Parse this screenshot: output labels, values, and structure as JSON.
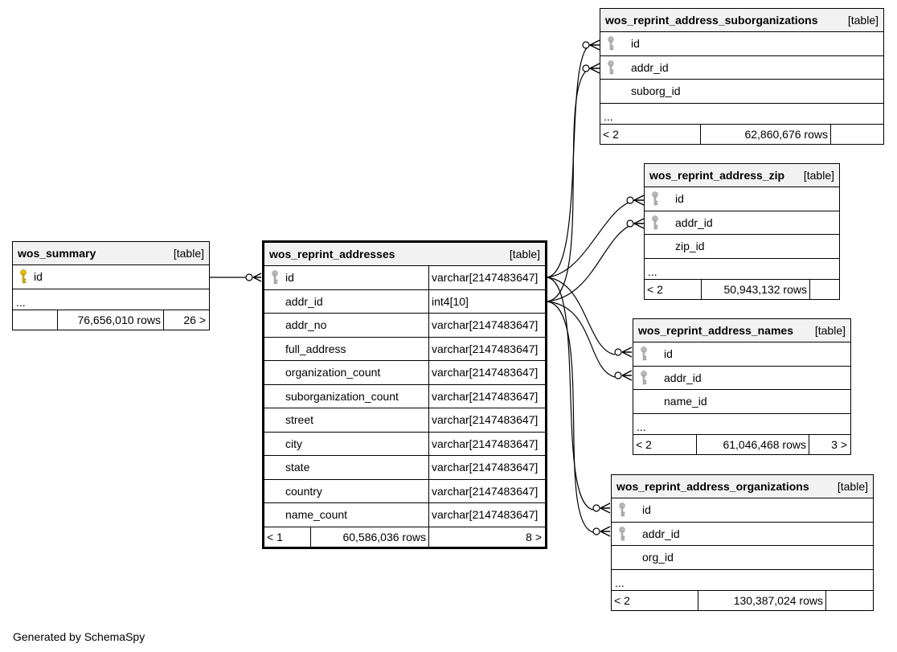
{
  "footer_text": "Generated by SchemaSpy",
  "key_colors": {
    "primary": "#e8c000",
    "foreign": "#b8b8b8"
  },
  "tables": {
    "wos_summary": {
      "name": "wos_summary",
      "kind": "[table]",
      "columns": [
        {
          "name": "id",
          "key": "primary"
        }
      ],
      "more": "...",
      "parents": "",
      "rows": "76,656,010 rows",
      "children": "26 >"
    },
    "wos_reprint_addresses": {
      "name": "wos_reprint_addresses",
      "kind": "[table]",
      "columns": [
        {
          "name": "id",
          "type": "varchar[2147483647]",
          "key": "foreign"
        },
        {
          "name": "addr_id",
          "type": "int4[10]"
        },
        {
          "name": "addr_no",
          "type": "varchar[2147483647]"
        },
        {
          "name": "full_address",
          "type": "varchar[2147483647]"
        },
        {
          "name": "organization_count",
          "type": "varchar[2147483647]"
        },
        {
          "name": "suborganization_count",
          "type": "varchar[2147483647]"
        },
        {
          "name": "street",
          "type": "varchar[2147483647]"
        },
        {
          "name": "city",
          "type": "varchar[2147483647]"
        },
        {
          "name": "state",
          "type": "varchar[2147483647]"
        },
        {
          "name": "country",
          "type": "varchar[2147483647]"
        },
        {
          "name": "name_count",
          "type": "varchar[2147483647]"
        }
      ],
      "parents": "< 1",
      "rows": "60,586,036 rows",
      "children": "8 >"
    },
    "wos_reprint_address_suborganizations": {
      "name": "wos_reprint_address_suborganizations",
      "kind": "[table]",
      "columns": [
        {
          "name": "id",
          "key": "foreign"
        },
        {
          "name": "addr_id",
          "key": "foreign"
        },
        {
          "name": "suborg_id"
        }
      ],
      "more": "...",
      "parents": "< 2",
      "rows": "62,860,676 rows",
      "children": ""
    },
    "wos_reprint_address_zip": {
      "name": "wos_reprint_address_zip",
      "kind": "[table]",
      "columns": [
        {
          "name": "id",
          "key": "foreign"
        },
        {
          "name": "addr_id",
          "key": "foreign"
        },
        {
          "name": "zip_id"
        }
      ],
      "more": "...",
      "parents": "< 2",
      "rows": "50,943,132 rows",
      "children": ""
    },
    "wos_reprint_address_names": {
      "name": "wos_reprint_address_names",
      "kind": "[table]",
      "columns": [
        {
          "name": "id",
          "key": "foreign"
        },
        {
          "name": "addr_id",
          "key": "foreign"
        },
        {
          "name": "name_id"
        }
      ],
      "more": "...",
      "parents": "< 2",
      "rows": "61,046,468 rows",
      "children": "3 >"
    },
    "wos_reprint_address_organizations": {
      "name": "wos_reprint_address_organizations",
      "kind": "[table]",
      "columns": [
        {
          "name": "id",
          "key": "foreign"
        },
        {
          "name": "addr_id",
          "key": "foreign"
        },
        {
          "name": "org_id"
        }
      ],
      "more": "...",
      "parents": "< 2",
      "rows": "130,387,024 rows",
      "children": ""
    }
  }
}
